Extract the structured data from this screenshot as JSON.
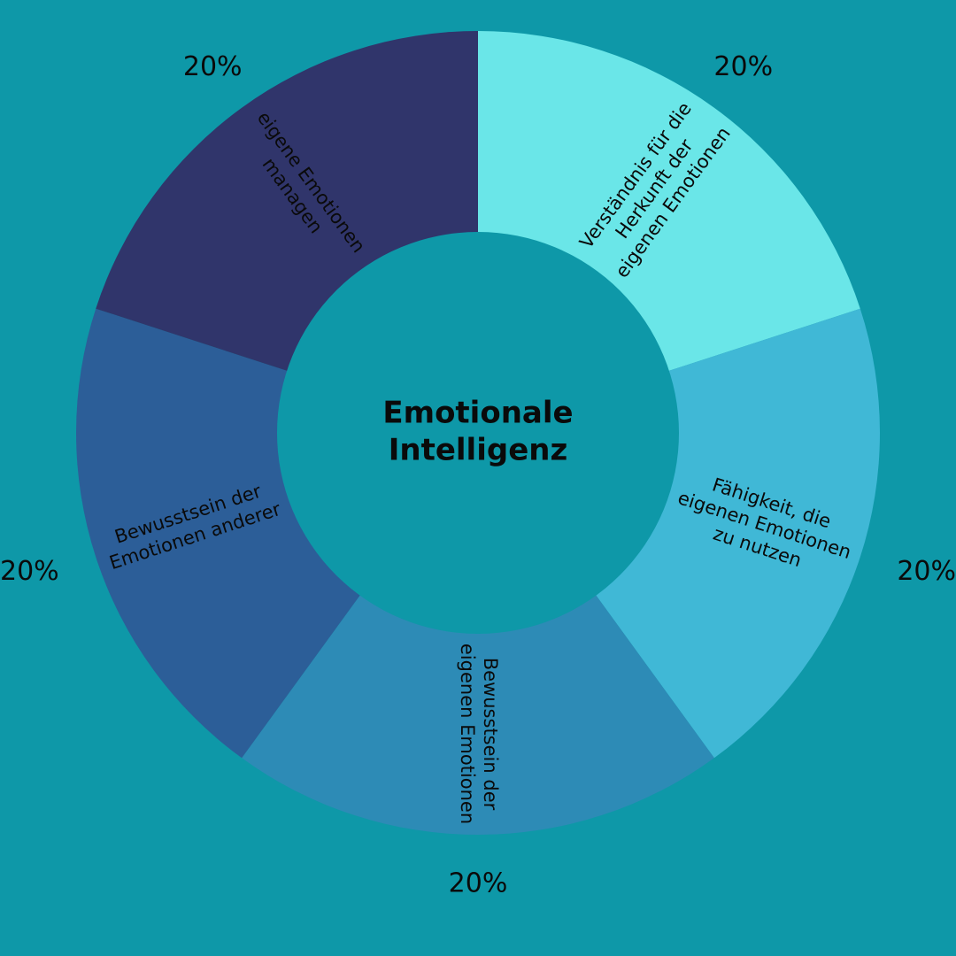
{
  "colors": {
    "background": "#0e98a8",
    "hole": "#0e98a8",
    "text": "#0a0a0a"
  },
  "chart_data": {
    "type": "pie",
    "donut": true,
    "title": "Emotionale Intelligenz",
    "title_lines": [
      "Emotionale",
      "Intelligenz"
    ],
    "slices": [
      {
        "label": "Verständnis für die Herkunft der eigenen Emotionen",
        "label_lines": [
          "Verständnis für die",
          "Herkunft der",
          "eigenen Emotionen"
        ],
        "value": 20,
        "value_label": "20%",
        "color": "#6ae6e8"
      },
      {
        "label": "Fähigkeit, die eigenen Emotionen zu nutzen",
        "label_lines": [
          "Fähigkeit, die",
          "eigenen Emotionen",
          "zu nutzen"
        ],
        "value": 20,
        "value_label": "20%",
        "color": "#40b8d6"
      },
      {
        "label": "Bewusstsein der eigenen Emotionen",
        "label_lines": [
          "Bewusstsein der",
          "eigenen Emotionen"
        ],
        "value": 20,
        "value_label": "20%",
        "color": "#2d8bb6"
      },
      {
        "label": "Bewusstsein der Emotionen anderer",
        "label_lines": [
          "Bewusstsein der",
          "Emotionen anderer"
        ],
        "value": 20,
        "value_label": "20%",
        "color": "#2c5e98"
      },
      {
        "label": "eigene Emotionen managen",
        "label_lines": [
          "eigene Emotionen",
          "managen"
        ],
        "value": 20,
        "value_label": "20%",
        "color": "#30356b"
      }
    ]
  }
}
